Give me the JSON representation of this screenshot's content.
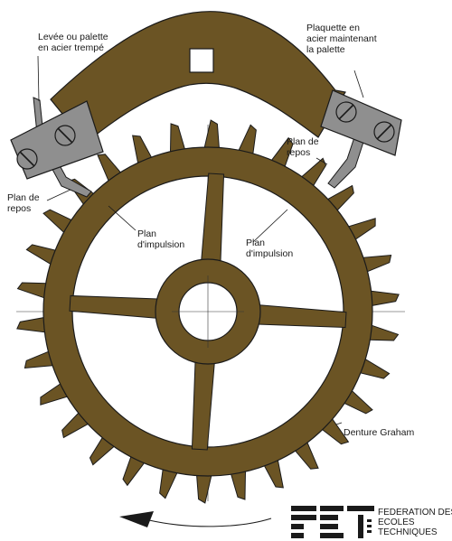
{
  "labels": {
    "pallet_left": [
      "Levée ou palette",
      "en acier trempé"
    ],
    "plate_right": [
      "Plaquette en",
      "acier maintenant",
      "la palette"
    ],
    "rest_left": [
      "Plan de",
      "repos"
    ],
    "rest_right": [
      "Plan de",
      "repos"
    ],
    "impulse_left": [
      "Plan",
      "d'impulsion"
    ],
    "impulse_right": [
      "Plan",
      "d'impulsion"
    ],
    "teeth": "Denture Graham"
  },
  "logo": {
    "lines": [
      "FEDERATION DES",
      "ECOLES",
      "TECHNIQUES"
    ]
  },
  "wheel": {
    "teeth_count": 30
  },
  "colors": {
    "bronze": "#6b5424",
    "steel": "#8f8f8f",
    "outline": "#1a1a1a",
    "background": "#ffffff"
  }
}
